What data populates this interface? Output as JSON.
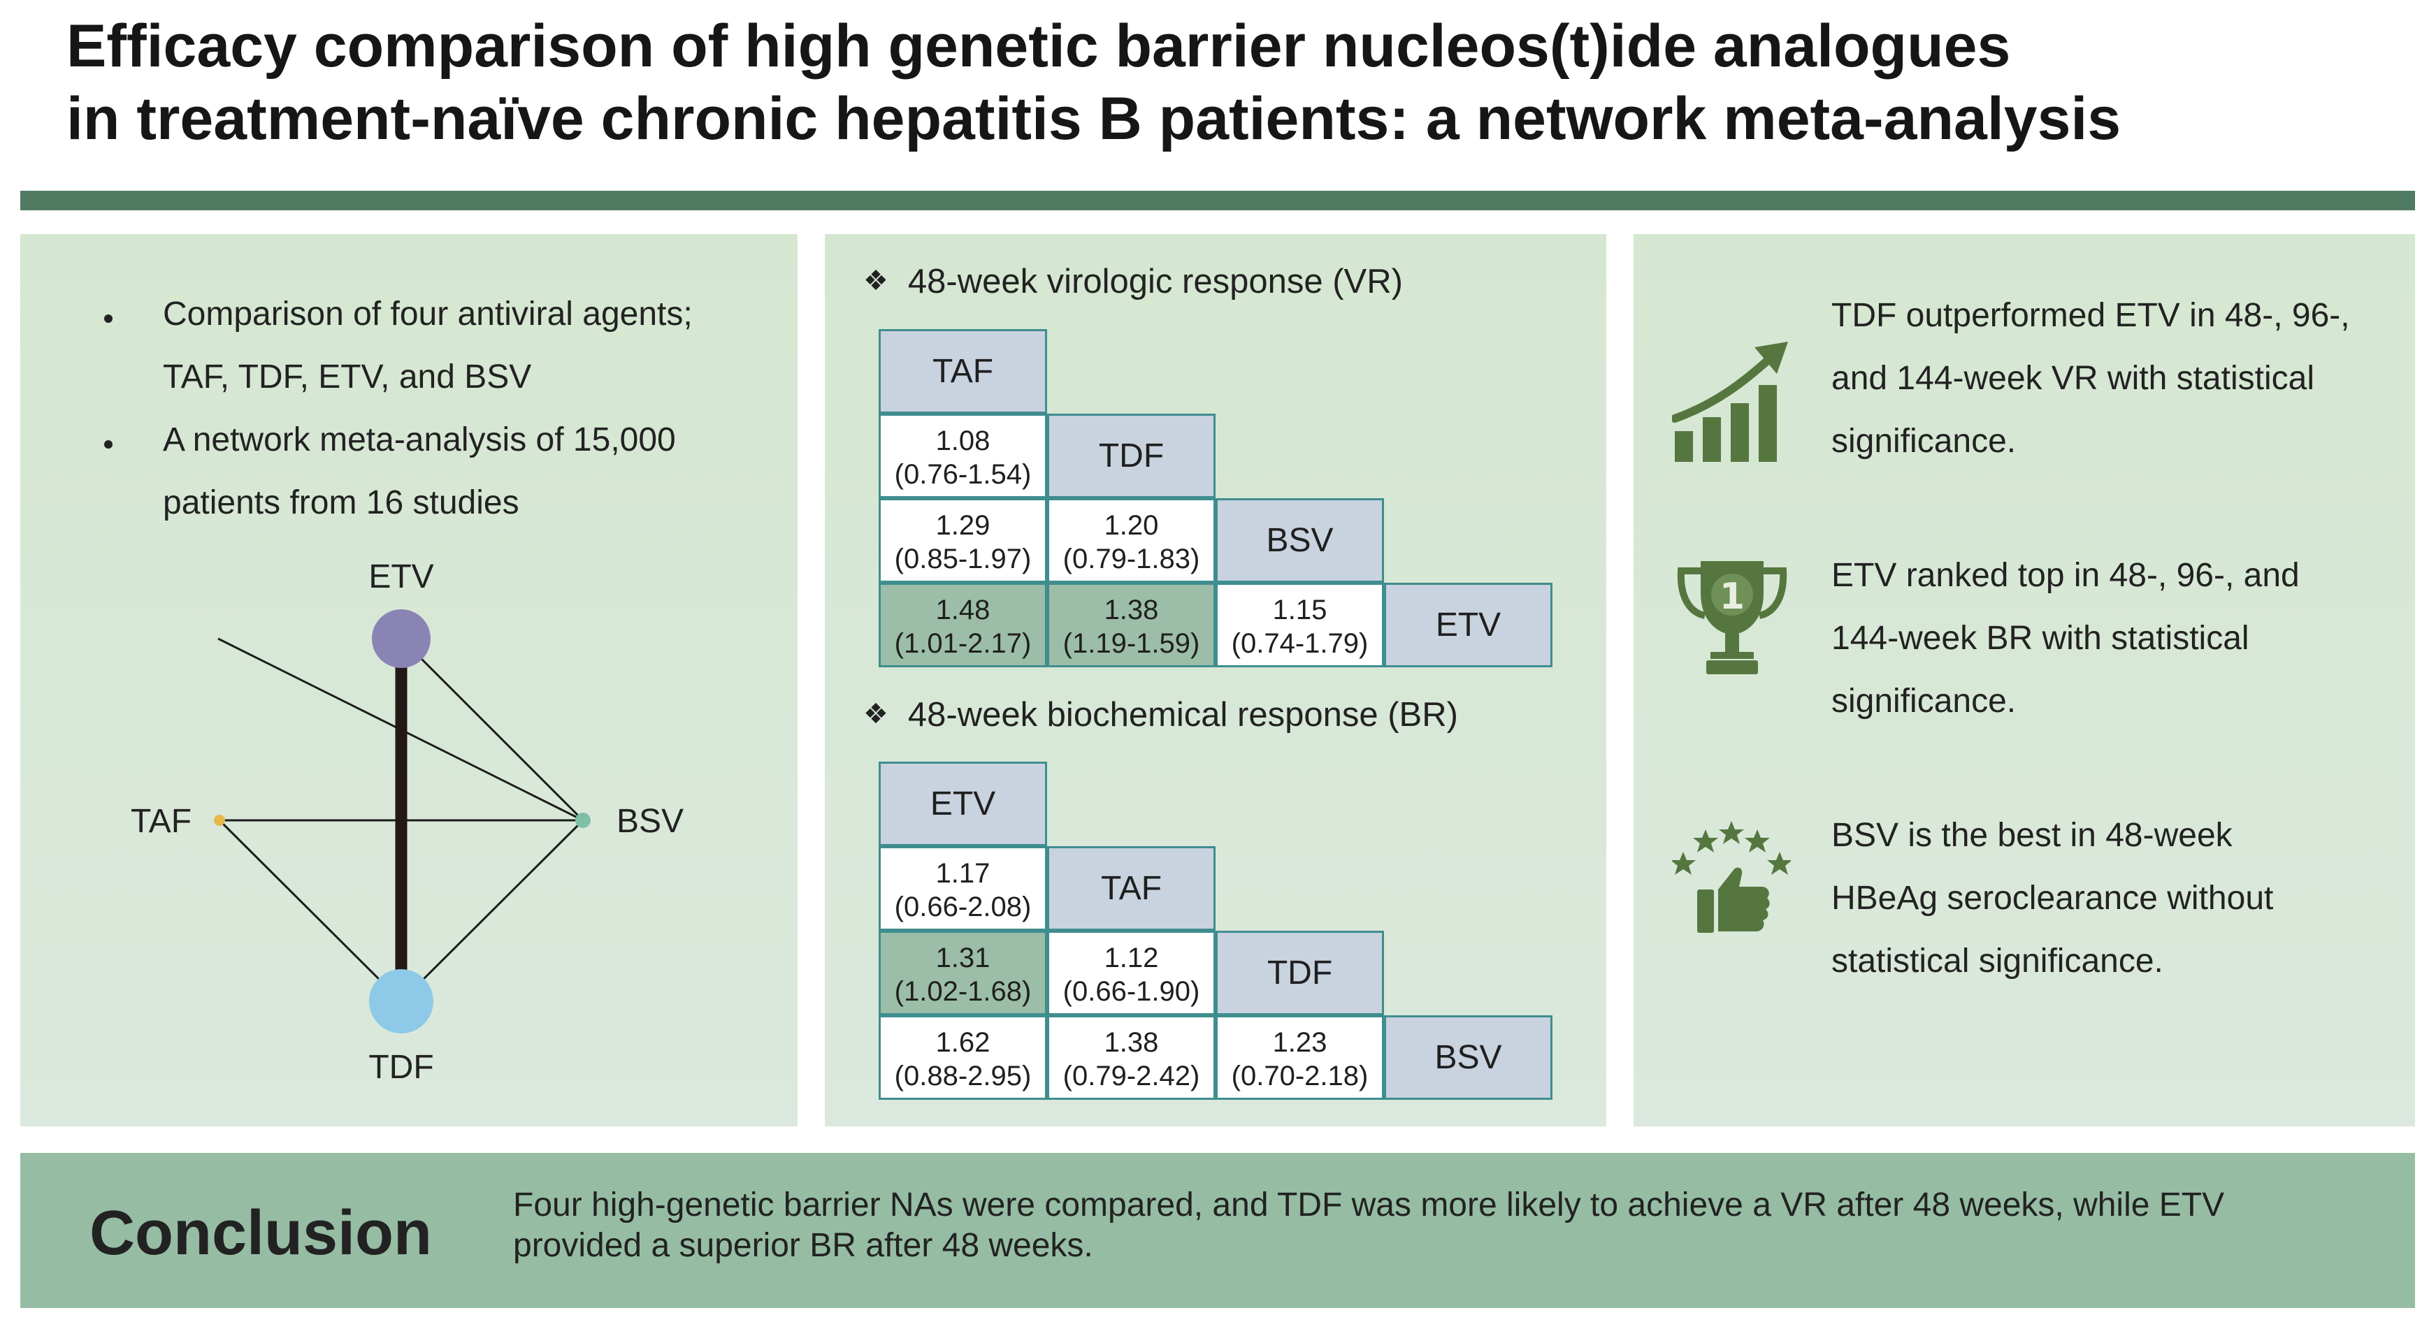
{
  "title": {
    "line1": "Efficacy comparison of high genetic barrier nucleos(t)ide analogues",
    "line2": "in treatment-naïve chronic hepatitis B patients: a network meta-analysis"
  },
  "colors": {
    "title_bar": "#507a61",
    "panel_bg": "#d5e7d1",
    "drug_cell": "#c9d2df",
    "significant_cell": "#9cbda8",
    "cell_border": "#3f8d8f",
    "conclusion_bg": "#96bda4",
    "icon_green": "#55773f",
    "node_etv": "#8a84b5",
    "node_tdf": "#8ec9e8",
    "node_taf": "#e5b84a",
    "node_bsv": "#7fbfa7"
  },
  "panel1": {
    "bullets": [
      {
        "lines": [
          "Comparison of four antiviral agents;",
          "TAF, TDF, ETV, and BSV"
        ]
      },
      {
        "lines": [
          "A network meta-analysis of 15,000",
          "patients from 16 studies"
        ]
      }
    ],
    "network": {
      "nodes": {
        "etv": "ETV",
        "taf": "TAF",
        "bsv": "BSV",
        "tdf": "TDF"
      }
    }
  },
  "panel2": {
    "vr": {
      "heading": "48-week virologic response (VR)",
      "drugs": [
        "TAF",
        "TDF",
        "BSV",
        "ETV"
      ],
      "rows": [
        [],
        [
          {
            "v": "1.08",
            "ci": "(0.76-1.54)",
            "sig": false
          }
        ],
        [
          {
            "v": "1.29",
            "ci": "(0.85-1.97)",
            "sig": false
          },
          {
            "v": "1.20",
            "ci": "(0.79-1.83)",
            "sig": false
          }
        ],
        [
          {
            "v": "1.48",
            "ci": "(1.01-2.17)",
            "sig": true
          },
          {
            "v": "1.38",
            "ci": "(1.19-1.59)",
            "sig": true
          },
          {
            "v": "1.15",
            "ci": "(0.74-1.79)",
            "sig": false
          }
        ]
      ]
    },
    "br": {
      "heading": "48-week biochemical response (BR)",
      "drugs": [
        "ETV",
        "TAF",
        "TDF",
        "BSV"
      ],
      "rows": [
        [],
        [
          {
            "v": "1.17",
            "ci": "(0.66-2.08)",
            "sig": false
          }
        ],
        [
          {
            "v": "1.31",
            "ci": "(1.02-1.68)",
            "sig": true
          },
          {
            "v": "1.12",
            "ci": "(0.66-1.90)",
            "sig": false
          }
        ],
        [
          {
            "v": "1.62",
            "ci": "(0.88-2.95)",
            "sig": false
          },
          {
            "v": "1.38",
            "ci": "(0.79-2.42)",
            "sig": false
          },
          {
            "v": "1.23",
            "ci": "(0.70-2.18)",
            "sig": false
          }
        ]
      ]
    }
  },
  "panel3": {
    "findings": [
      {
        "icon": "growth-chart-icon",
        "lines": [
          "TDF outperformed ETV in 48-, 96-,",
          "and 144-week VR with statistical",
          "significance."
        ]
      },
      {
        "icon": "trophy-icon",
        "lines": [
          "ETV ranked top in 48-, 96-, and",
          "144-week BR with statistical",
          "significance."
        ]
      },
      {
        "icon": "thumbs-up-stars-icon",
        "lines": [
          "BSV is the best in 48-week",
          "HBeAg seroclearance without",
          "statistical significance."
        ]
      }
    ]
  },
  "conclusion": {
    "heading": "Conclusion",
    "line1": "Four high-genetic barrier NAs were compared, and TDF was more likely to achieve a VR after 48 weeks, while ETV",
    "line2": "provided a superior BR after 48 weeks."
  }
}
